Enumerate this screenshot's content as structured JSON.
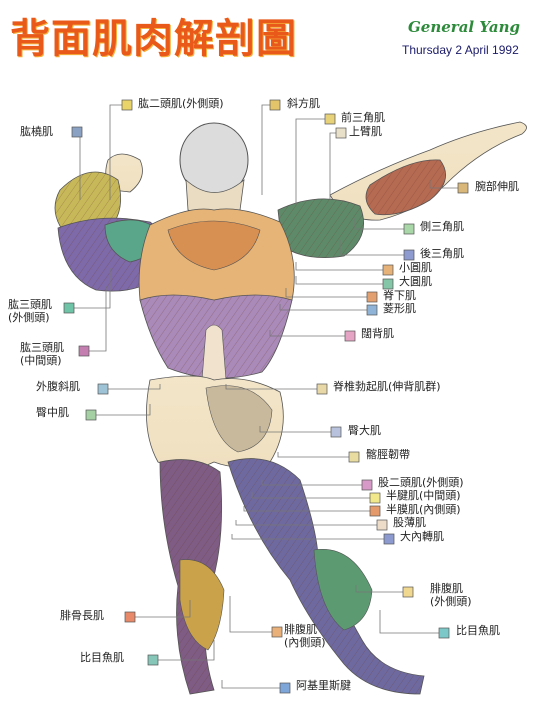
{
  "title": "背面肌肉解剖圖",
  "brand": "General Yang",
  "date": "Thursday 2 April 1992",
  "labels": [
    {
      "id": "biceps-outer",
      "text": "肱二頭肌(外側頭)",
      "color": "#e9d46a"
    },
    {
      "id": "trapezius",
      "text": "斜方肌",
      "color": "#e3c46a"
    },
    {
      "id": "deltoid-front",
      "text": "前三角肌",
      "color": "#e7d27a"
    },
    {
      "id": "brachialis",
      "text": "上臂肌",
      "color": "#e8e0c8"
    },
    {
      "id": "brachioradialis",
      "text": "肱橈肌",
      "color": "#8ba1c4"
    },
    {
      "id": "wrist-extensor",
      "text": "腕部伸肌",
      "color": "#d9b77a"
    },
    {
      "id": "deltoid-side",
      "text": "側三角肌",
      "color": "#a9d7a8"
    },
    {
      "id": "deltoid-rear",
      "text": "後三角肌",
      "color": "#8e9bd0"
    },
    {
      "id": "teres-minor",
      "text": "小圓肌",
      "color": "#e6b27a"
    },
    {
      "id": "teres-major",
      "text": "大圓肌",
      "color": "#86c6a8"
    },
    {
      "id": "infraspinatus",
      "text": "脊下肌",
      "color": "#e2a070"
    },
    {
      "id": "rhomboid",
      "text": "菱形肌",
      "color": "#8fb3d6"
    },
    {
      "id": "triceps-lateral",
      "text": "肱三頭肌\n(外側頭)",
      "color": "#6fc4a8"
    },
    {
      "id": "latissimus",
      "text": "闊背肌",
      "color": "#e6a4c4"
    },
    {
      "id": "triceps-medial",
      "text": "肱三頭肌\n(中間頭)",
      "color": "#c47fb0"
    },
    {
      "id": "external-oblique",
      "text": "外腹斜肌",
      "color": "#9ec3d6"
    },
    {
      "id": "erector-spinae",
      "text": "脊椎勃起肌(伸背肌群)",
      "color": "#e8d8a8"
    },
    {
      "id": "gluteus-medius",
      "text": "臀中肌",
      "color": "#a5d0a4"
    },
    {
      "id": "gluteus-maximus",
      "text": "臀大肌",
      "color": "#b8c2dc"
    },
    {
      "id": "iliotibial-band",
      "text": "髂脛韌帶",
      "color": "#e8dca0"
    },
    {
      "id": "biceps-femoris-outer",
      "text": "股二頭肌(外側頭)",
      "color": "#d79ac8"
    },
    {
      "id": "semitendinosus",
      "text": "半腱肌(中間頭)",
      "color": "#f0e88a"
    },
    {
      "id": "semimembranosus",
      "text": "半膜肌(內側頭)",
      "color": "#e49a6a"
    },
    {
      "id": "gracilis",
      "text": "股薄肌",
      "color": "#ecdcc8"
    },
    {
      "id": "adductor-magnus",
      "text": "大內轉肌",
      "color": "#8c9ad0"
    },
    {
      "id": "gastrocnemius-outer",
      "text": "腓腹肌\n(外側頭)",
      "color": "#f0d890"
    },
    {
      "id": "peroneus-longus",
      "text": "腓骨長肌",
      "color": "#e88a6a"
    },
    {
      "id": "soleus-right",
      "text": "比目魚肌",
      "color": "#7cc8c8"
    },
    {
      "id": "gastrocnemius-inner",
      "text": "腓腹肌\n(內側頭)",
      "color": "#eab07a"
    },
    {
      "id": "soleus-left",
      "text": "比目魚肌",
      "color": "#86c6b8"
    },
    {
      "id": "achilles",
      "text": "阿基里斯腱",
      "color": "#7fa6d8"
    }
  ]
}
